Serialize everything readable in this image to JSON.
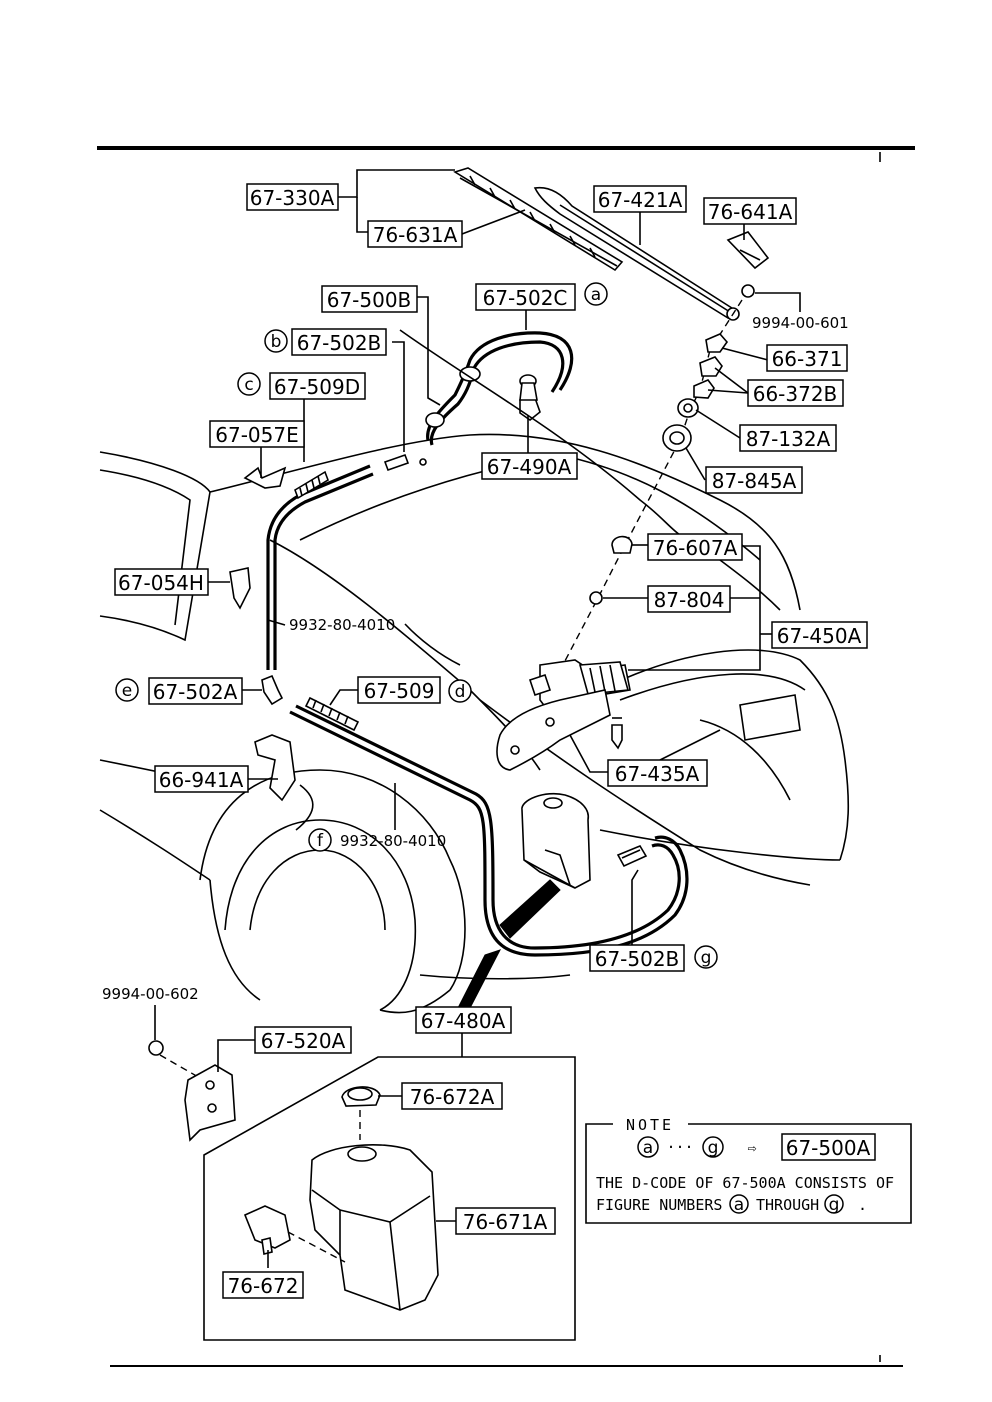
{
  "labels": {
    "l1": "67-330A",
    "l2": "76-631A",
    "l3": "67-421A",
    "l4": "76-641A",
    "l5": "67-500B",
    "l6": "67-502C",
    "l7": "67-502B",
    "l8": "67-509D",
    "l9": "67-057E",
    "l10": "67-490A",
    "l11": "66-371",
    "l12": "66-372B",
    "l13": "87-132A",
    "l14": "87-845A",
    "l15": "76-607A",
    "l16": "87-804",
    "l17": "67-450A",
    "l18": "67-054H",
    "l19": "67-502A",
    "l20": "67-509",
    "l21": "67-435A",
    "l22": "66-941A",
    "l23": "67-502B",
    "l24": "67-480A",
    "l25": "67-520A",
    "l26": "76-672A",
    "l27": "76-671A",
    "l28": "76-672"
  },
  "plain": {
    "p1": "9994-00-601",
    "p2": "9932-80-4010",
    "p3": "9932-80-4010",
    "p4": "9994-00-602"
  },
  "circles": {
    "a": "a",
    "b": "b",
    "c": "c",
    "d": "d",
    "e": "e",
    "f": "f",
    "g": "g"
  },
  "note": {
    "title": "NOTE",
    "range_start": "a",
    "range_dots": "···",
    "range_end": "g",
    "arrow": "⇨",
    "code": "67-500A",
    "line1": "THE D-CODE OF 67-500A CONSISTS OF",
    "line2_a": "FIGURE NUMBERS",
    "line2_b": "a",
    "line2_c": "THROUGH",
    "line2_d": "g",
    "line2_e": "."
  }
}
